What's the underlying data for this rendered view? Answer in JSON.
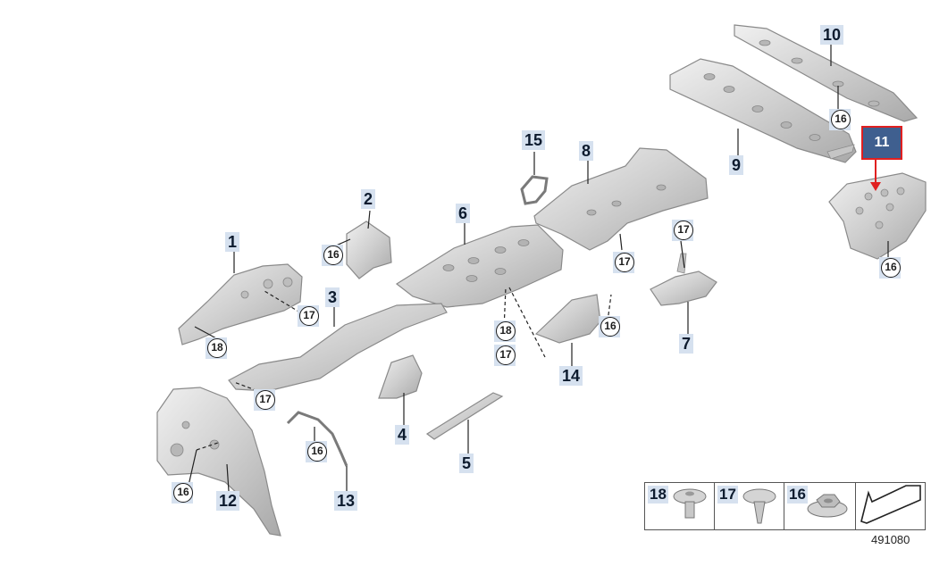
{
  "labels": {
    "p1": "1",
    "p2": "2",
    "p3": "3",
    "p4": "4",
    "p5": "5",
    "p6": "6",
    "p7": "7",
    "p8": "8",
    "p9": "9",
    "p10": "10",
    "p12": "12",
    "p13": "13",
    "p14": "14",
    "p15": "15"
  },
  "highlight": {
    "label": "11",
    "color": "#e02020"
  },
  "callouts": {
    "c16": "16",
    "c17": "17",
    "c18": "18"
  },
  "legend": {
    "items": [
      {
        "label": "18",
        "icon": "expanding-rivet-icon"
      },
      {
        "label": "17",
        "icon": "plastic-clip-icon"
      },
      {
        "label": "16",
        "icon": "hex-nut-icon"
      },
      {
        "label": "",
        "icon": "orientation-arrow-icon"
      }
    ]
  },
  "document_number": "491080",
  "colors": {
    "label_bg": "#d6e1ef",
    "part_fill": "#d8d8d8",
    "part_stroke": "#8a8a8a",
    "highlight_box": "#3f5f8f"
  }
}
